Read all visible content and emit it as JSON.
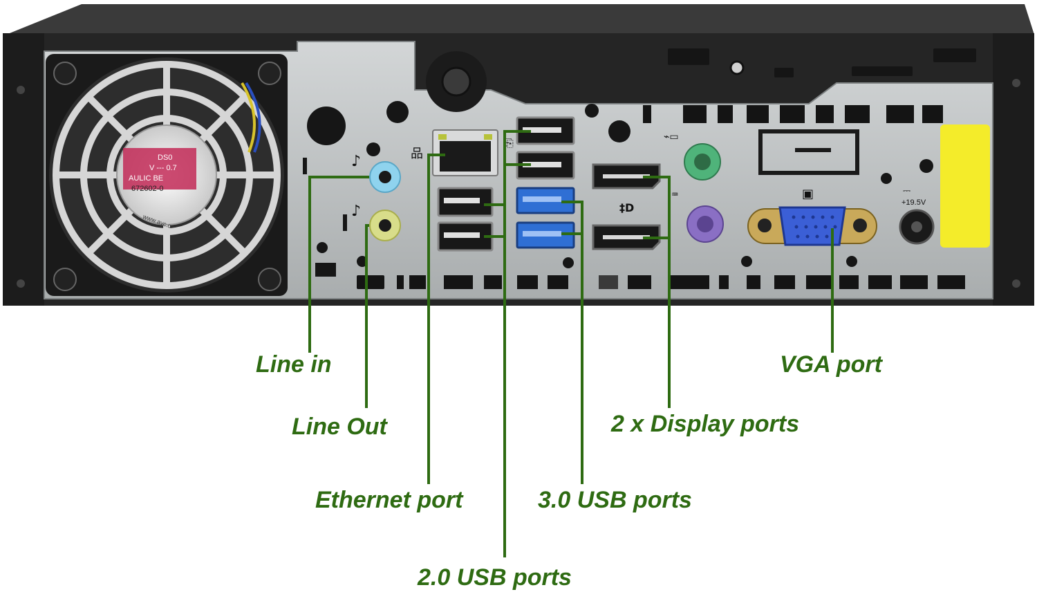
{
  "title": "Rear I/O panel of small form factor PC",
  "colors": {
    "callout_line": "#2e6b12",
    "label_text": "#2e6b12",
    "chassis": "#2b2b2b",
    "panel": "#bcbfc0",
    "line_in_jack": "#8fd3ee",
    "line_out_jack": "#d8dd8a",
    "usb3_port": "#2f6fd4",
    "ps2_keyboard": "#4fb37a",
    "ps2_mouse": "#8a6fc4",
    "vga_port": "#3b5fd6",
    "warning_sticker": "#f4ec2a"
  },
  "panel_symbols": {
    "power_rating": "+19.5V"
  },
  "fan_sticker": {
    "line1": "DS0",
    "line2": "V --- 0.7",
    "line3": "AULIC BE",
    "line4": "672602-0",
    "website": "www.avc.c"
  },
  "callouts": {
    "line_in": "Line in",
    "line_out": "Line Out",
    "ethernet": "Ethernet port",
    "usb2": "2.0 USB ports",
    "usb3": "3.0 USB ports",
    "display": "2 x Display ports",
    "vga": "VGA port"
  },
  "icons": [
    "fan-icon",
    "audio-in-icon",
    "audio-out-icon",
    "network-icon",
    "usb-icon",
    "displayport-icon",
    "keyboard-icon",
    "mouse-icon",
    "monitor-icon",
    "dc-power-icon"
  ]
}
